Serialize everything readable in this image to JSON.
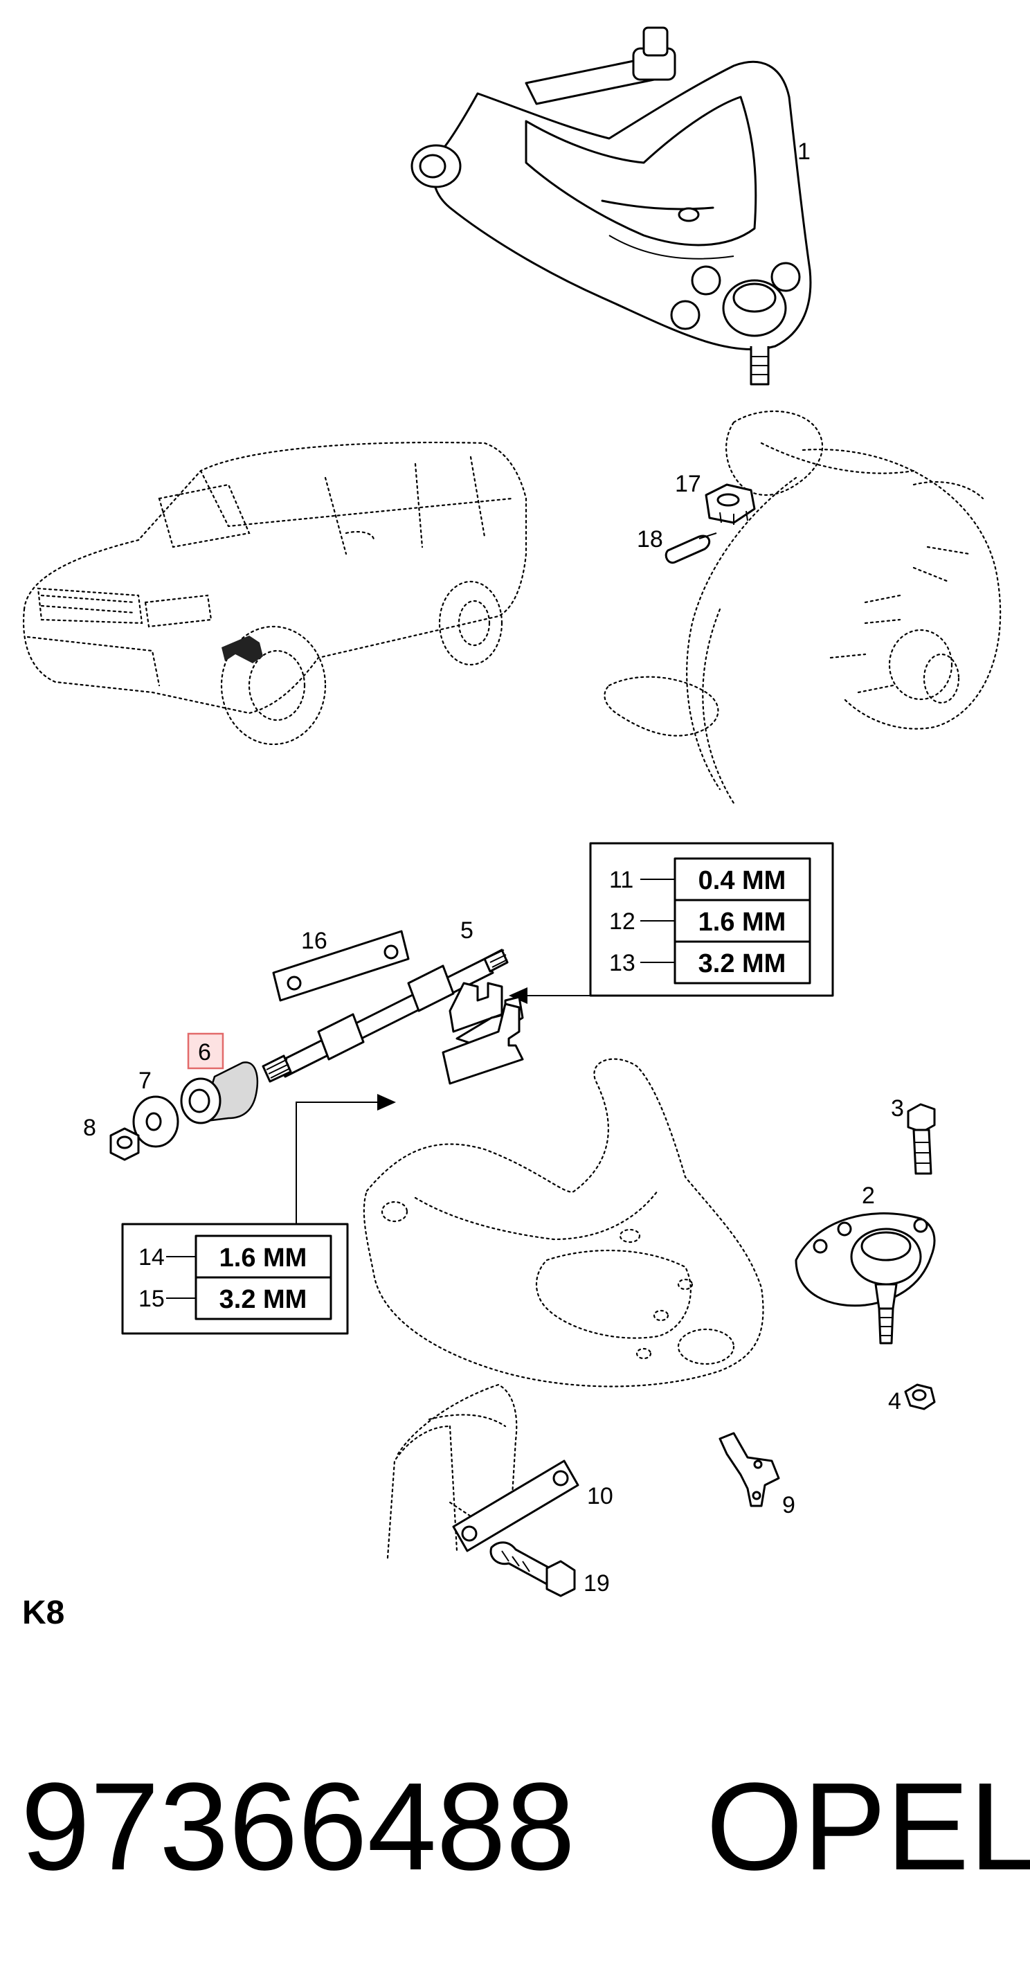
{
  "callouts": {
    "c1": "1",
    "c2": "2",
    "c3": "3",
    "c4": "4",
    "c5": "5",
    "c6": "6",
    "c7": "7",
    "c8": "8",
    "c9": "9",
    "c10": "10",
    "c11": "11",
    "c12": "12",
    "c13": "13",
    "c14": "14",
    "c15": "15",
    "c16": "16",
    "c17": "17",
    "c18": "18",
    "c19": "19"
  },
  "shim_table_upper": {
    "rows": [
      {
        "num": "11",
        "size": "0.4 MM"
      },
      {
        "num": "12",
        "size": "1.6 MM"
      },
      {
        "num": "13",
        "size": "3.2 MM"
      }
    ]
  },
  "shim_table_lower": {
    "rows": [
      {
        "num": "14",
        "size": "1.6 MM"
      },
      {
        "num": "15",
        "size": "3.2 MM"
      }
    ]
  },
  "highlighted_part": "6",
  "highlight_color": "#e26a6a",
  "page_code": "K8",
  "footer": {
    "part_number": "97366488",
    "brand": "OPEL"
  }
}
